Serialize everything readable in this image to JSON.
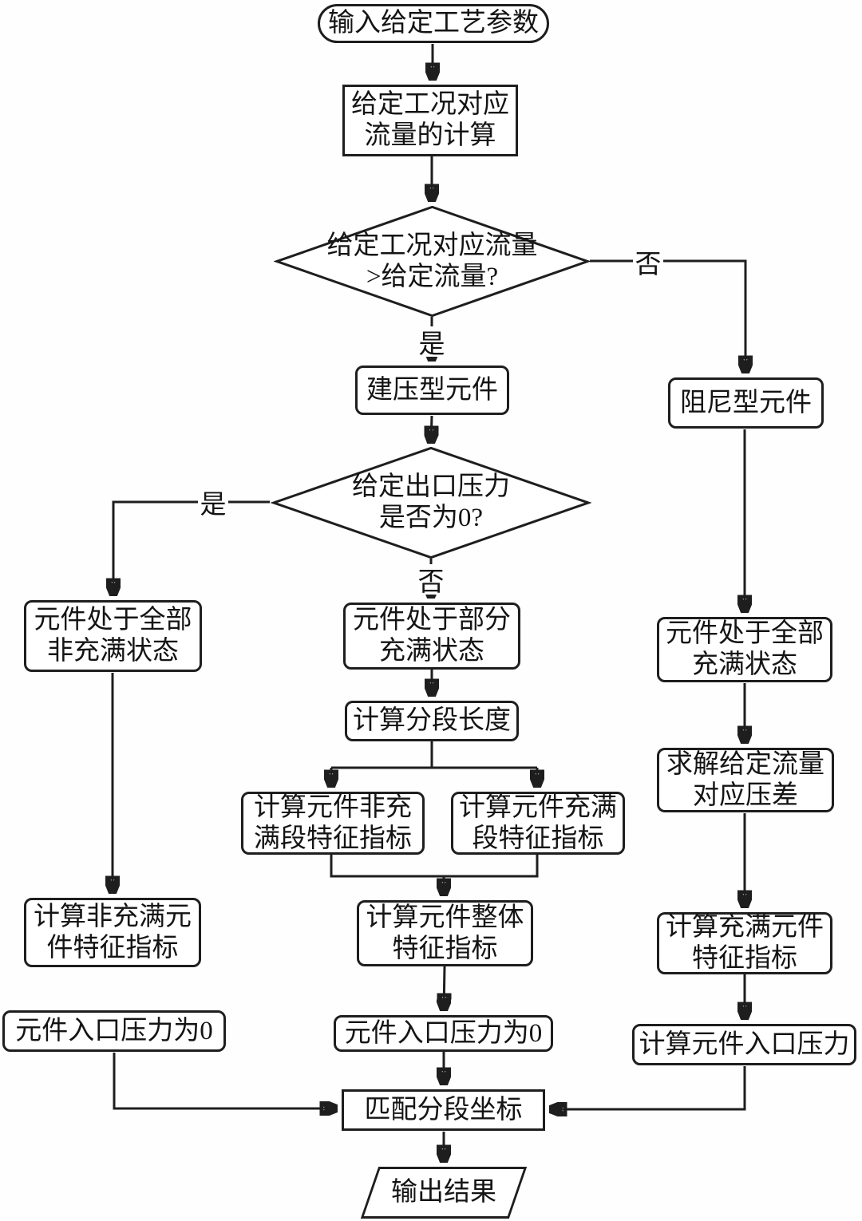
{
  "colors": {
    "line": "#1e1e1e",
    "text": "#141414",
    "background": "#ffffff"
  },
  "nodes": {
    "start": {
      "text": "输入给定工艺参数"
    },
    "calc_flow": {
      "line1": "给定工况对应",
      "line2": "流量的计算"
    },
    "decision1": {
      "line1": "给定工况对应流量",
      "line2": ">给定流量?"
    },
    "pressure_type": {
      "text": "建压型元件"
    },
    "damping_type": {
      "text": "阻尼型元件"
    },
    "decision2": {
      "line1": "给定出口压力",
      "line2": "是否为0?"
    },
    "left_state": {
      "line1": "元件处于全部",
      "line2": "非充满状态"
    },
    "mid_state": {
      "line1": "元件处于部分",
      "line2": "充满状态"
    },
    "right_state": {
      "line1": "元件处于全部",
      "line2": "充满状态"
    },
    "calc_seg_len": {
      "text": "计算分段长度"
    },
    "calc_nonfull_seg": {
      "line1": "计算元件非充",
      "line2": "满段特征指标"
    },
    "calc_full_seg": {
      "line1": "计算元件充满",
      "line2": "段特征指标"
    },
    "calc_overall": {
      "line1": "计算元件整体",
      "line2": "特征指标"
    },
    "solve_dp": {
      "line1": "求解给定流量",
      "line2": "对应压差"
    },
    "left_calc": {
      "line1": "计算非充满元",
      "line2": "件特征指标"
    },
    "right_calc": {
      "line1": "计算充满元件",
      "line2": "特征指标"
    },
    "left_inlet0": {
      "text": "元件入口压力为0"
    },
    "mid_inlet0": {
      "text": "元件入口压力为0"
    },
    "calc_inlet": {
      "text": "计算元件入口压力"
    },
    "match_coord": {
      "text": "匹配分段坐标"
    },
    "output": {
      "text": "输出结果"
    }
  },
  "labels": {
    "yes1": "是",
    "no1": "否",
    "yes2": "是",
    "no2": "否"
  }
}
